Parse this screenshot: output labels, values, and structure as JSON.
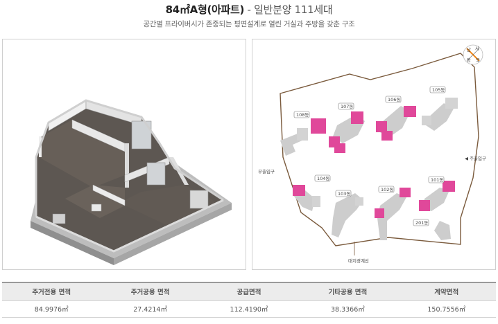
{
  "header": {
    "title_strong": "84㎡A형(아파트)",
    "title_rest": " - 일반분양 111세대",
    "subtitle": "공간별 프라이버시가 존중되는 평면설계로 열린 거실과 주방을 갖춘 구조"
  },
  "site_plan": {
    "buildings": [
      "108동",
      "107동",
      "106동",
      "105동",
      "104동",
      "103동",
      "102동",
      "101동",
      "201동"
    ],
    "main_entrance": "◀ 주출입구",
    "sub_entrance": "부출입구",
    "boundary_label": "대지경계선",
    "compass": [
      "남",
      "서",
      "동",
      "북"
    ]
  },
  "area_table": {
    "headers": [
      "주거전용 면적",
      "주거공용 면적",
      "공급면적",
      "기타공용 면적",
      "계약면적"
    ],
    "values": [
      "84.9976㎡",
      "27.4214㎡",
      "112.4190㎡",
      "38.3366㎡",
      "150.7556㎡"
    ]
  },
  "colors": {
    "highlight": "#e0489a",
    "building": "#cdcdcd",
    "road": "#7a5a3c"
  }
}
